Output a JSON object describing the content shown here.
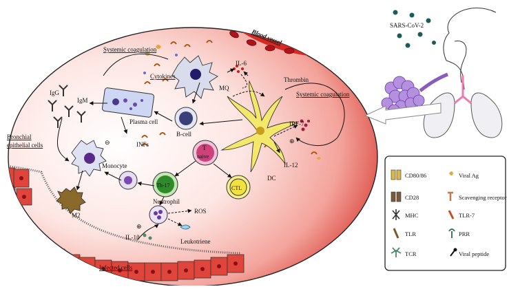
{
  "labels": {
    "blood_vessel": "Blood vessel",
    "sars": "SARS-CoV-2",
    "systemic_coag_top": "Systemic  coagulation",
    "systemic_coag_right": "Systemic coagulation",
    "cytokines": "Cytokines",
    "il6": "IL-6",
    "mq": "MQ",
    "thrombin": "Thrombin",
    "igg": "IgG",
    "igm": "IgM",
    "plasma_cell": "Plasma cell",
    "b_cell": "B-cell",
    "infs": "INFs",
    "irf7": "IRF-7",
    "t_cell": "T",
    "naive": "naive",
    "dc": "DC",
    "il12": "IL-12",
    "bronchial": "Bronchial",
    "epithelial": "epithelial cells",
    "monocyte": "Monocyte",
    "m2": "M2",
    "th17": "Th-17",
    "ctl": "CTL",
    "neutrophil": "Neutrophil",
    "ros": "ROS",
    "il1b": "IL-1β",
    "leukotriene": "Leukotriene",
    "infected_cells": "Infected cells"
  },
  "signs": {
    "minus": "⊖",
    "plus": "⊕"
  },
  "legend": {
    "items": [
      {
        "label": "CD80/86",
        "icon": "cd80-86-icon"
      },
      {
        "label": "Viral Ag",
        "icon": "viral-antigen-icon"
      },
      {
        "label": "CD28",
        "icon": "cd28-icon"
      },
      {
        "label": "Scavenging receptor",
        "icon": "scavenging-receptor-icon"
      },
      {
        "label": "MHC",
        "icon": "mhc-icon"
      },
      {
        "label": "TLR-7",
        "icon": "tlr7-icon"
      },
      {
        "label": "TLR",
        "icon": "tlr-icon"
      },
      {
        "label": "PRR",
        "icon": "prr-icon"
      },
      {
        "label": "TCR",
        "icon": "tcr-icon"
      },
      {
        "label": "Viral peptide",
        "icon": "viral-peptide-icon"
      }
    ]
  },
  "colors": {
    "vessel_red": "#c0141a",
    "tissue_pink": "#f6c4c0",
    "lung_purple": "#b58fe0",
    "dc_yellow": "#f2e060",
    "th17_green": "#2f8a2a",
    "ctl_yellow": "#f2e23a",
    "b_cell_blue": "#4a4f8c"
  }
}
